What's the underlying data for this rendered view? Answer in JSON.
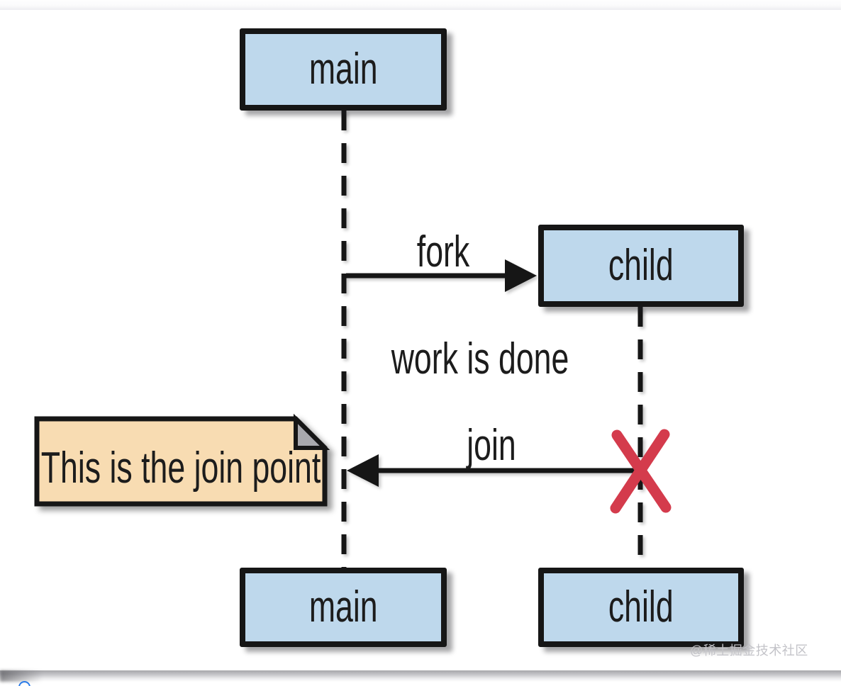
{
  "diagram": {
    "actors": {
      "main_top": "main",
      "child_top": "child",
      "main_bottom": "main",
      "child_bottom": "child"
    },
    "messages": {
      "fork": "fork",
      "join": "join"
    },
    "annotation": "work is done",
    "note_text": "This is the join point",
    "colors": {
      "actor_fill": "#bed8ec",
      "outline": "#161616",
      "note_fill": "#f8dcb2",
      "note_fold": "#a9a9ae",
      "destroy_x": "#d43b4c",
      "watermark_gray": "#c3c3c8",
      "corner_link_blue": "#2b7ce9"
    }
  },
  "footer": {
    "watermark": "@稀土掘金技术社区"
  }
}
